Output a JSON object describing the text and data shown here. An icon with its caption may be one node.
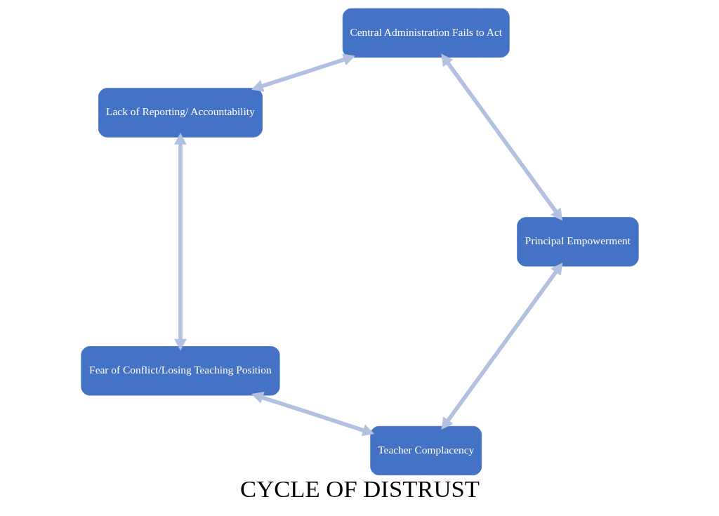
{
  "diagram": {
    "title": "CYCLE OF DISTRUST",
    "nodes": [
      {
        "text": [
          "Teacher Complacency"
        ]
      },
      {
        "text": [
          "Principal Empowerment"
        ]
      },
      {
        "text": [
          "Fear of Conflict/Losing Teaching Position"
        ]
      },
      {
        "text": [
          "Central Administration Fails to Act"
        ]
      },
      {
        "text": [
          "Lack of Reporting/ Accountability"
        ]
      }
    ],
    "edges": [
      {
        "from": 0,
        "to": 2,
        "arrow": "both"
      },
      {
        "from": 2,
        "to": 4,
        "arrow": "both"
      },
      {
        "from": 4,
        "to": 3,
        "arrow": "both"
      },
      {
        "from": 3,
        "to": 1,
        "arrow": "both"
      },
      {
        "from": 1,
        "to": 0,
        "arrow": "both"
      }
    ]
  }
}
